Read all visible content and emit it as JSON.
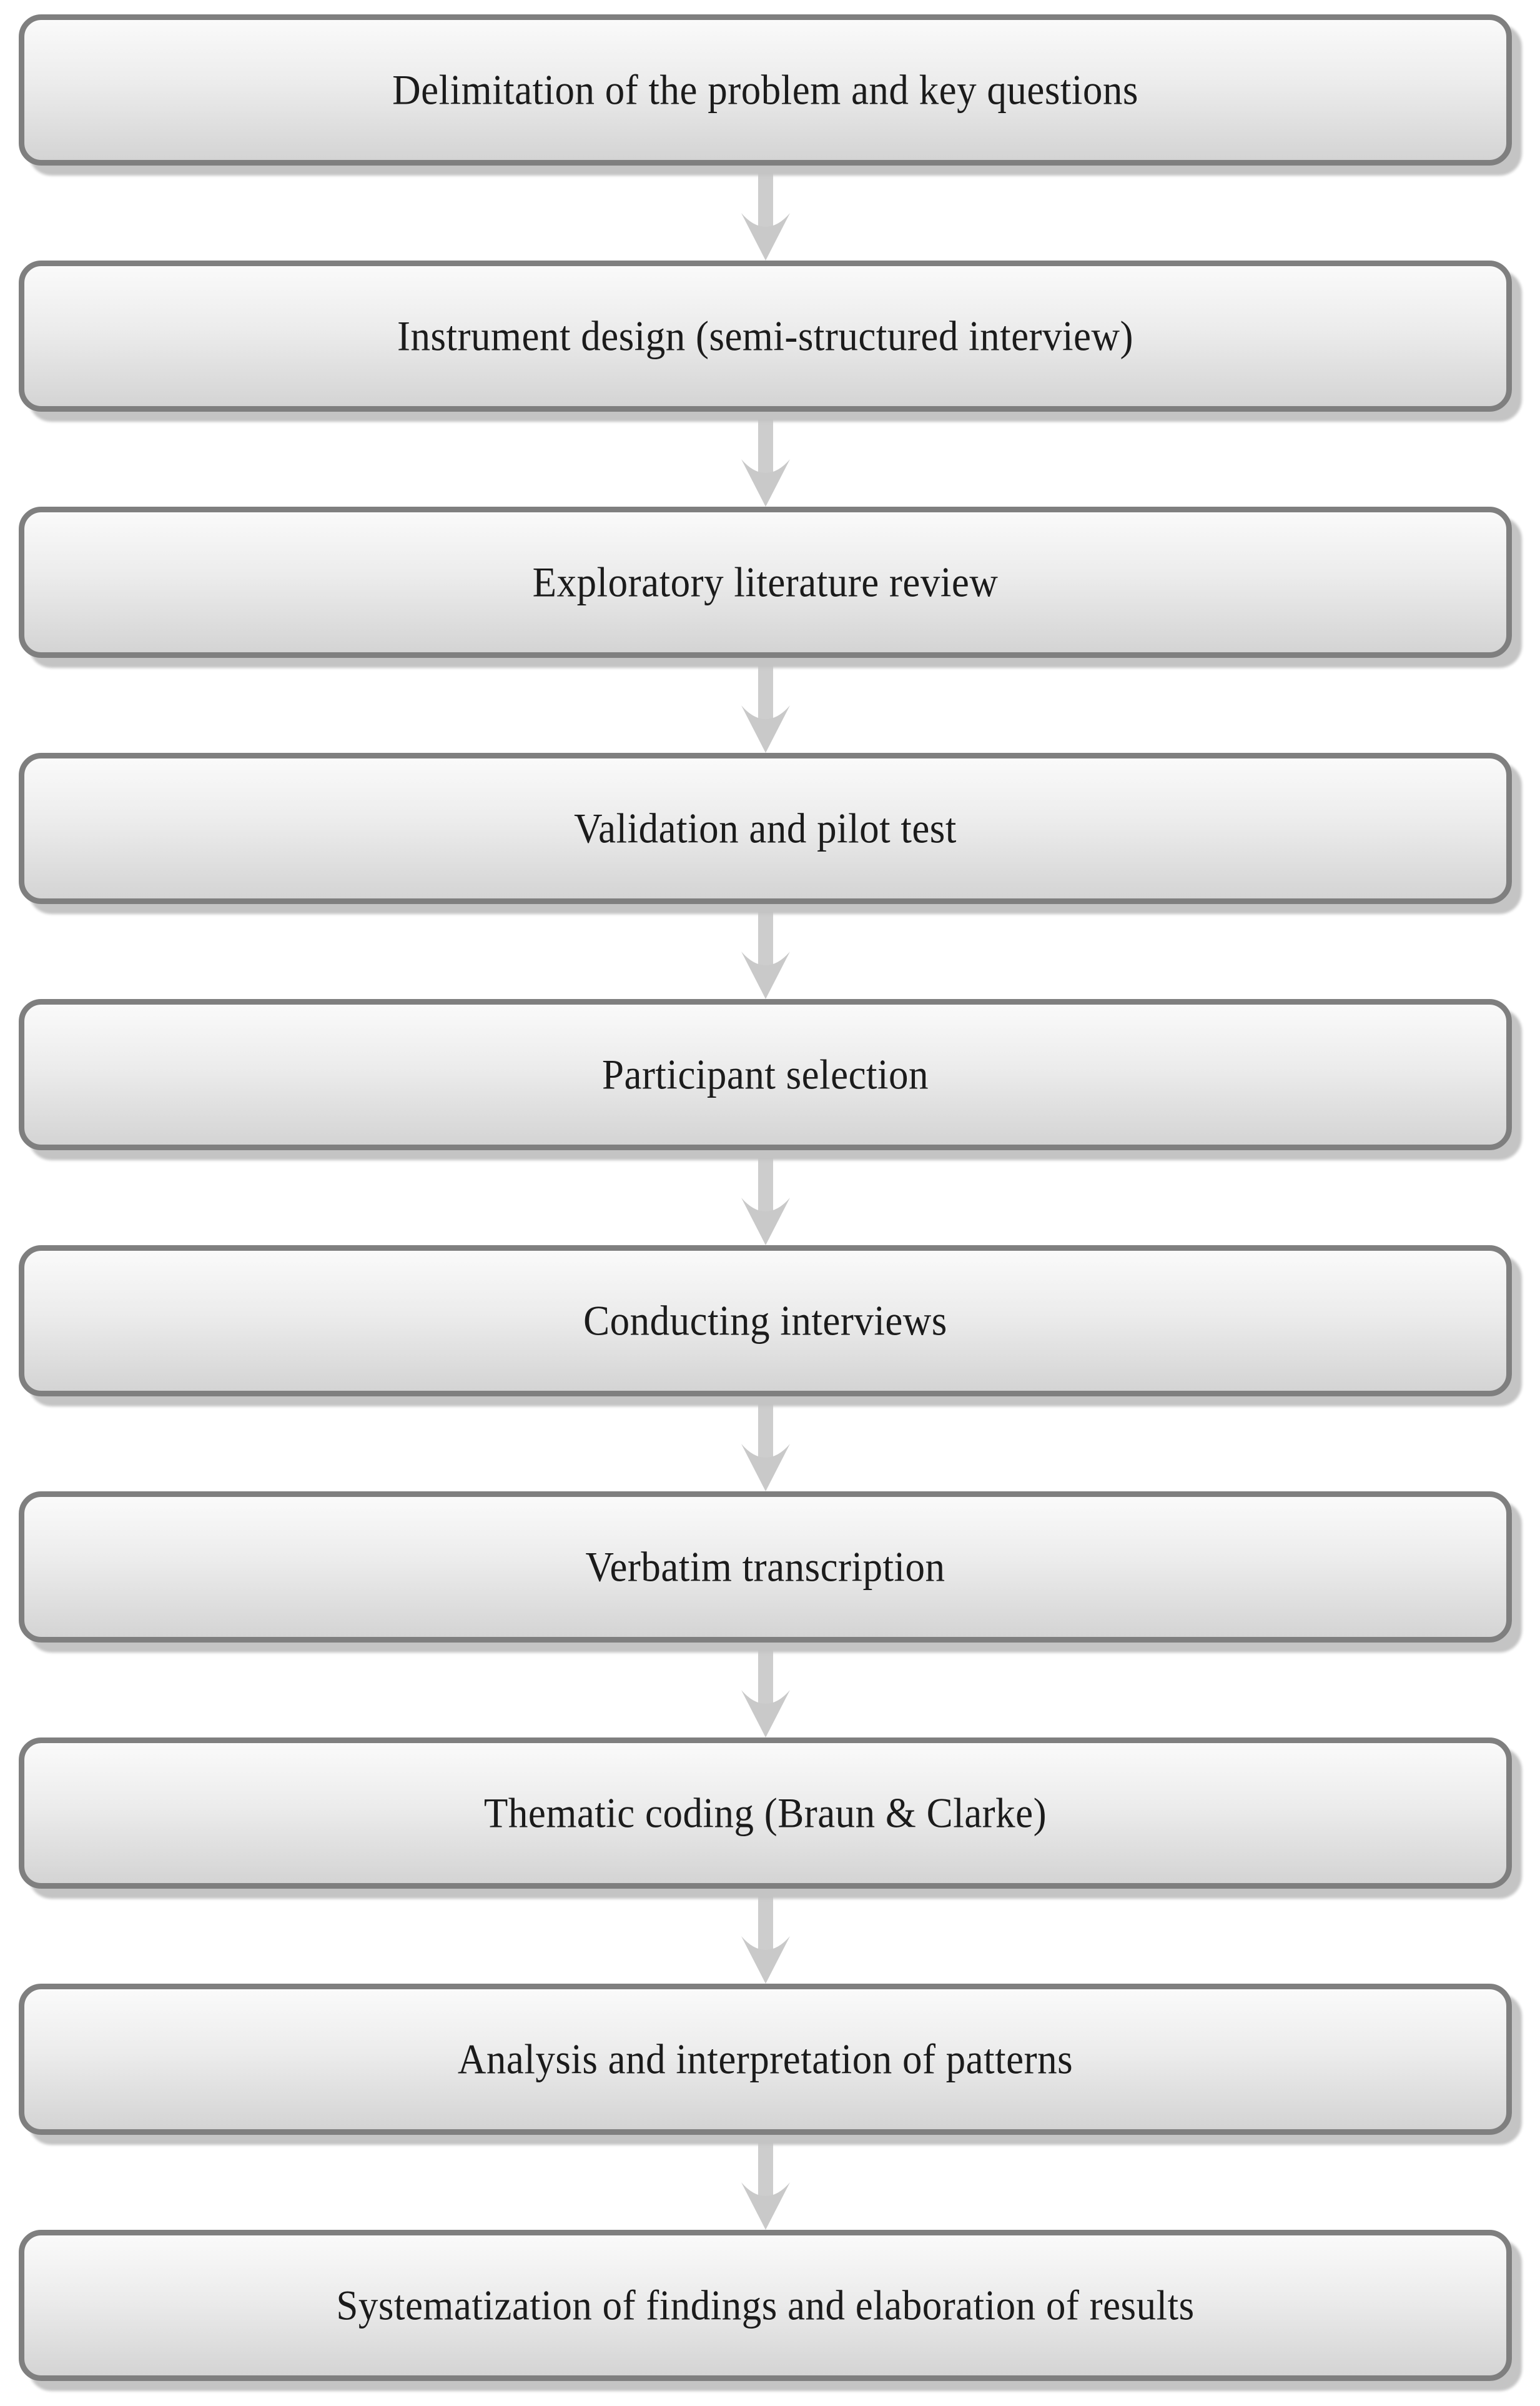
{
  "flowchart": {
    "description": "Vertical research-methodology flowchart of ten sequential stages connected by downward arrows",
    "steps": [
      {
        "label": "Delimitation of the problem and key questions"
      },
      {
        "label": "Instrument design (semi-structured interview)"
      },
      {
        "label": "Exploratory literature review"
      },
      {
        "label": "Validation and pilot test"
      },
      {
        "label": "Participant selection"
      },
      {
        "label": "Conducting interviews"
      },
      {
        "label": "Verbatim transcription"
      },
      {
        "label": "Thematic coding (Braun & Clarke)"
      },
      {
        "label": "Analysis and interpretation of patterns"
      },
      {
        "label": "Systematization of findings and elaboration of results"
      }
    ],
    "connectors": {
      "count": 9,
      "direction": "down",
      "color": "#c9c9c9"
    },
    "style": {
      "background_color": "#ffffff",
      "box_border_color": "#7f7f7f",
      "box_gradient_top": "#fafafa",
      "box_gradient_bottom": "#d4d4d4",
      "box_shadow_color": "#c4c4c4",
      "text_color": "#1b1b1b"
    }
  }
}
